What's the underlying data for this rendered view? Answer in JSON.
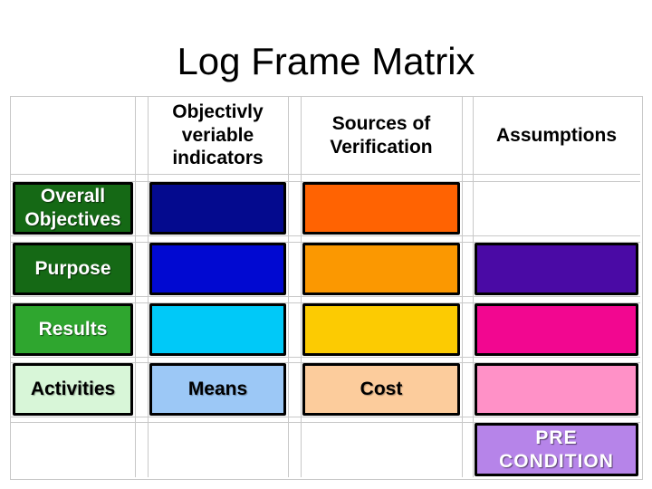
{
  "slide": {
    "title": "Log Frame Matrix"
  },
  "table": {
    "gridline_color": "#c8c8c8",
    "headers": {
      "row_labels": "",
      "ovi": "Objectivly veriable indicators",
      "sov": "Sources of Verification",
      "assumptions": "Assumptions"
    },
    "boxes": {
      "overall_objectives": {
        "label": "Overall Objectives",
        "fill": "#156915",
        "text_color": "#ffffff"
      },
      "ovi_overall": {
        "fill": "#040a8e"
      },
      "sov_overall": {
        "fill": "#ff6302"
      },
      "purpose": {
        "label": "Purpose",
        "fill": "#156915",
        "text_color": "#ffffff"
      },
      "ovi_purpose": {
        "fill": "#0109d1"
      },
      "sov_purpose": {
        "fill": "#fb9801"
      },
      "assumption_purpose": {
        "fill": "#4a0aa5"
      },
      "results": {
        "label": "Results",
        "fill": "#2fa62f",
        "text_color": "#ffffff"
      },
      "ovi_results": {
        "fill": "#00c9f8"
      },
      "sov_results": {
        "fill": "#fccb02"
      },
      "assumption_results": {
        "fill": "#f20790"
      },
      "activities": {
        "label": "Activities",
        "fill": "#d8f6d8",
        "text_color": "#000000"
      },
      "means": {
        "label": "Means",
        "fill": "#9cc8f6",
        "text_color": "#000000"
      },
      "cost": {
        "label": "Cost",
        "fill": "#fccc9c",
        "text_color": "#000000"
      },
      "assumption_activities": {
        "fill": "#ff91c7"
      },
      "pre_condition": {
        "label": "PRE CONDITION",
        "fill": "#b684e9",
        "text_color": "#ffffff"
      }
    }
  }
}
